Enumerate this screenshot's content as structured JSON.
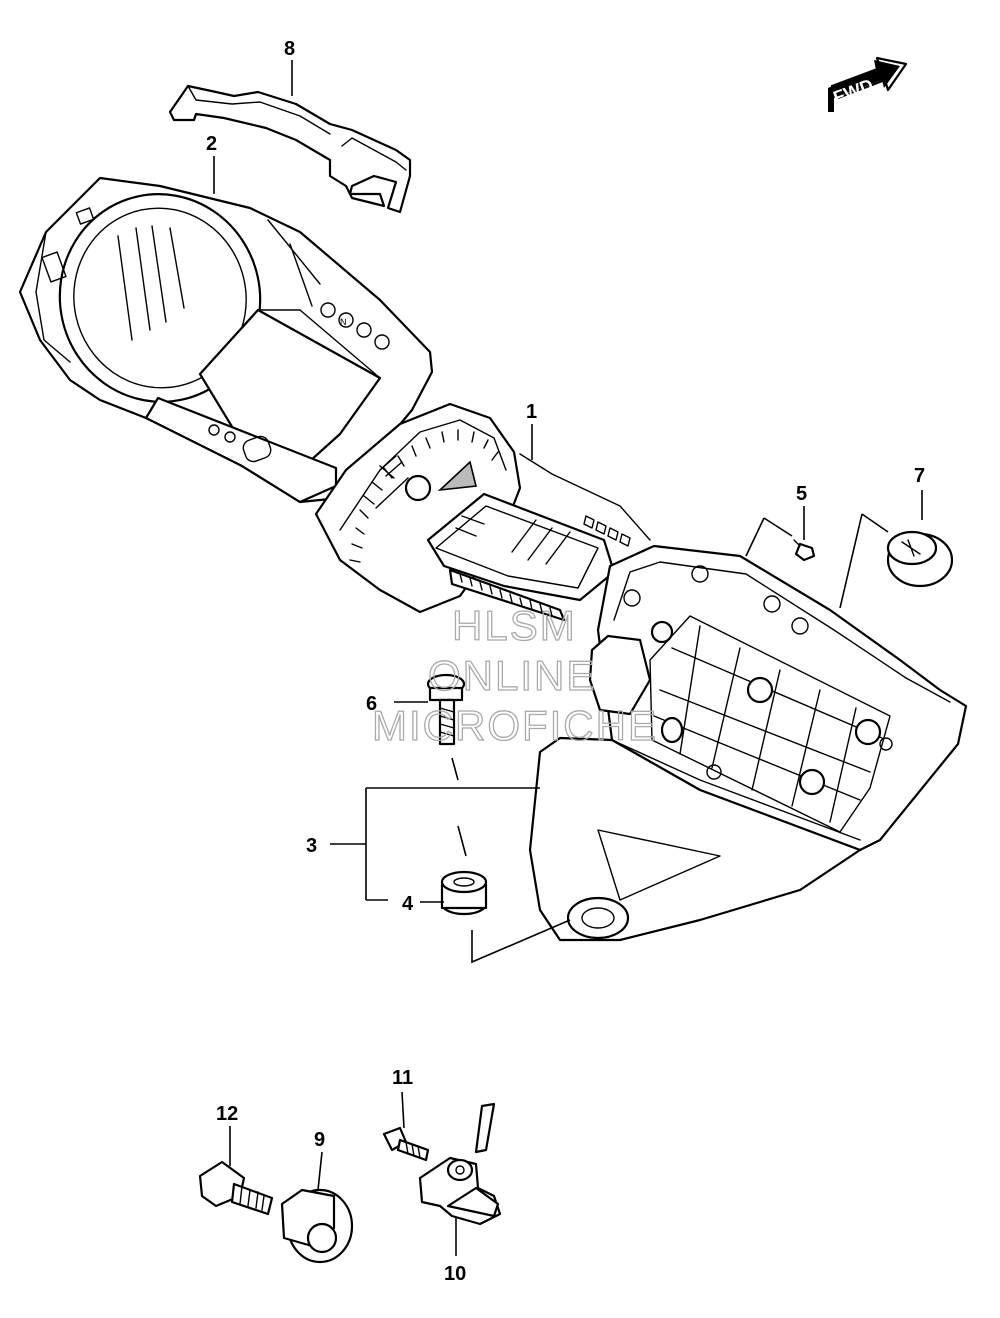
{
  "direction_badge": {
    "label": "FWD"
  },
  "callouts": {
    "c1": "1",
    "c2": "2",
    "c3": "3",
    "c4": "4",
    "c5": "5",
    "c6": "6",
    "c7": "7",
    "c8": "8",
    "c9": "9",
    "c10": "10",
    "c11": "11",
    "c12": "12"
  },
  "watermark": {
    "line1": "HLSM",
    "line2": "ONLINE",
    "line3": "MICROFICHE"
  },
  "gear_indicator": {
    "n": "N"
  }
}
